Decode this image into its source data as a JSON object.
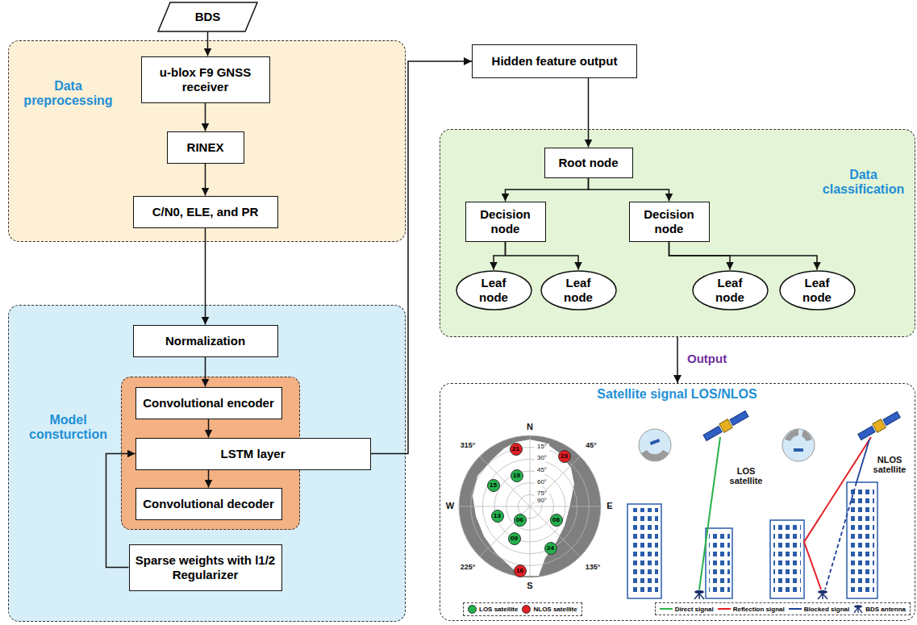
{
  "diagram": {
    "nodes": [
      {
        "text": [
          "BDS"
        ]
      },
      {
        "text": [
          "Data preprocessing"
        ]
      },
      {
        "text": [
          "u-blox F9 GNSS receiver"
        ],
        "in": 1
      },
      {
        "text": [
          "RINEX"
        ],
        "in": 1
      },
      {
        "text": [
          "C/N0, ELE, and PR"
        ],
        "in": 1
      },
      {
        "text": [
          "Model consturction"
        ]
      },
      {
        "text": [
          "Normalization"
        ],
        "in": 5
      },
      {
        "text": [
          "Convolutional encoder"
        ],
        "in": 5
      },
      {
        "text": [
          "LSTM layer"
        ],
        "in": 5
      },
      {
        "text": [
          "Convolutional decoder"
        ],
        "in": 5
      },
      {
        "text": [
          "Sparse weights with l1/2 Regularizer"
        ],
        "in": 5
      },
      {
        "text": [
          "Hidden feature output"
        ]
      },
      {
        "text": [
          "Data classification"
        ]
      },
      {
        "text": [
          "Root node"
        ],
        "in": 12
      },
      {
        "text": [
          "Decision node"
        ],
        "in": 12
      },
      {
        "text": [
          "Decision node"
        ],
        "in": 12
      },
      {
        "text": [
          "Leaf node"
        ],
        "in": 12
      },
      {
        "text": [
          "Leaf node"
        ],
        "in": 12
      },
      {
        "text": [
          "Leaf node"
        ],
        "in": 12
      },
      {
        "text": [
          "Leaf node"
        ],
        "in": 12
      },
      {
        "text": [
          "Satellite signal LOS/NLOS"
        ]
      },
      {
        "text": [
          "21"
        ],
        "in": 20
      },
      {
        "text": [
          "23"
        ],
        "in": 20
      },
      {
        "text": [
          "19"
        ],
        "in": 20
      },
      {
        "text": [
          "15"
        ],
        "in": 20
      },
      {
        "text": [
          "13"
        ],
        "in": 20
      },
      {
        "text": [
          "06"
        ],
        "in": 20
      },
      {
        "text": [
          "08"
        ],
        "in": 20
      },
      {
        "text": [
          "09"
        ],
        "in": 20
      },
      {
        "text": [
          "24"
        ],
        "in": 20
      },
      {
        "text": [
          "16"
        ],
        "in": 20
      }
    ],
    "edges": [
      {
        "from": 0,
        "to": 2,
        "arrow": "to"
      },
      {
        "from": 2,
        "to": 3,
        "arrow": "to"
      },
      {
        "from": 3,
        "to": 4,
        "arrow": "to"
      },
      {
        "from": 4,
        "to": 6,
        "arrow": "to"
      },
      {
        "from": 6,
        "to": 7,
        "arrow": "to"
      },
      {
        "from": 7,
        "to": 8,
        "arrow": "to"
      },
      {
        "from": 8,
        "to": 9,
        "arrow": "to"
      },
      {
        "from": 10,
        "to": 8,
        "arrow": "to"
      },
      {
        "from": 8,
        "to": 11,
        "arrow": "to"
      },
      {
        "from": 11,
        "to": 13,
        "arrow": "to"
      },
      {
        "from": 13,
        "to": 14,
        "arrow": "to"
      },
      {
        "from": 13,
        "to": 15,
        "arrow": "to"
      },
      {
        "from": 14,
        "to": 16,
        "arrow": "to"
      },
      {
        "from": 14,
        "to": 17,
        "arrow": "to"
      },
      {
        "from": 15,
        "to": 18,
        "arrow": "to"
      },
      {
        "from": 15,
        "to": 19,
        "arrow": "to"
      },
      {
        "from": 12,
        "to": 20,
        "label": "Output",
        "arrow": "to"
      }
    ],
    "labels": [
      "N",
      "E",
      "S",
      "W",
      "45°",
      "135°",
      "225°",
      "315°",
      "15°",
      "30°",
      "45°",
      "60°",
      "75°",
      "90°",
      "LOS satellite",
      "NLOS satellite"
    ],
    "legend": [
      {
        "text": "LOS satellite",
        "color": "#22b14c"
      },
      {
        "text": "NLOS satellite",
        "color": "#e31e24"
      },
      {
        "text": "Direct signal"
      },
      {
        "text": "Reflection signal"
      },
      {
        "text": "Blocked signal"
      },
      {
        "text": "BDS antenna"
      }
    ]
  }
}
